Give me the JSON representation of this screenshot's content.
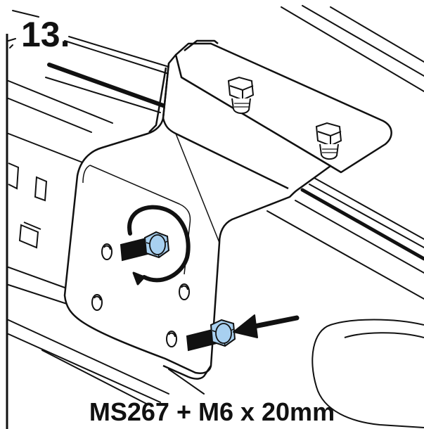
{
  "step": {
    "number": "13."
  },
  "caption": {
    "text": "MS267 + M6 x 20mm"
  },
  "illustration": {
    "parts": [
      "bracket-ms267",
      "bolt-m6x20-top",
      "bolt-m6x20-bottom",
      "hex-nut-left",
      "hex-nut-right"
    ],
    "icons": [
      "rotate-clockwise-icon",
      "insert-arrow-icon"
    ],
    "colors": {
      "line": "#111111",
      "bolt_highlight": "#a8d0f0",
      "background": "#ffffff"
    }
  }
}
